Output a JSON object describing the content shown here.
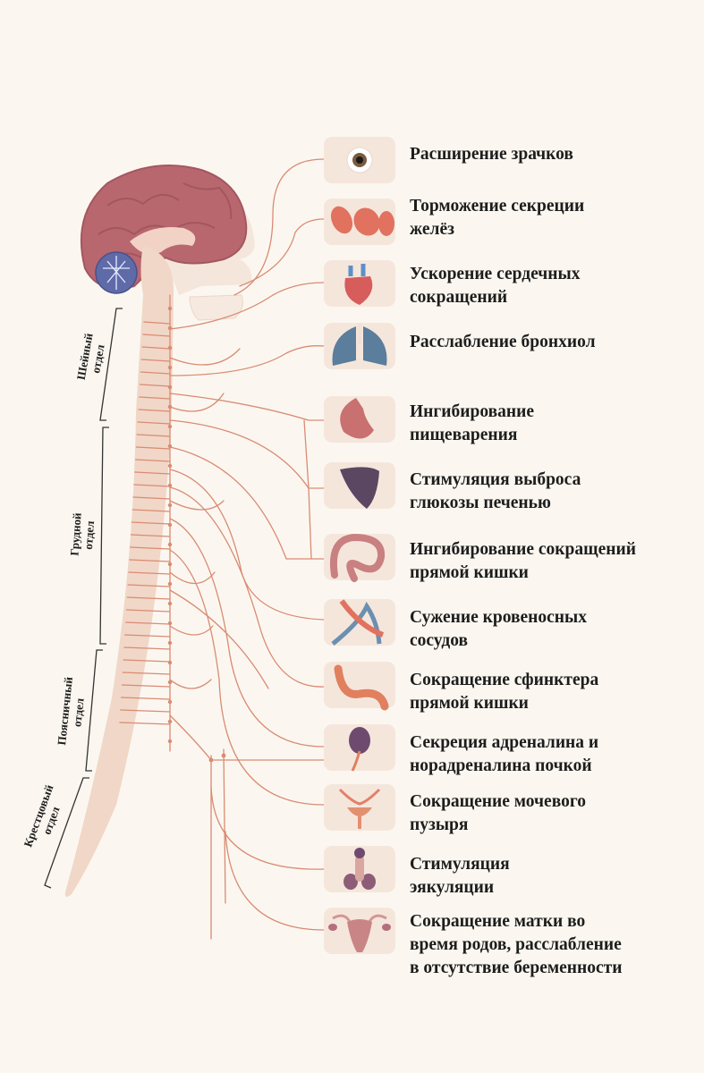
{
  "sections": [
    {
      "lines": [
        "Шейный",
        "отдел"
      ]
    },
    {
      "lines": [
        "Грудной",
        "отдел"
      ]
    },
    {
      "lines": [
        "Поясничный",
        "отдел"
      ]
    },
    {
      "lines": [
        "Крестцовый",
        "отдел"
      ]
    }
  ],
  "effects": [
    {
      "lines": [
        "Расширение зрачков"
      ],
      "icon": "eye-icon"
    },
    {
      "lines": [
        "Торможение секреции",
        "желёз"
      ],
      "icon": "salivary-glands-icon"
    },
    {
      "lines": [
        "Ускорение сердечных",
        "сокращений"
      ],
      "icon": "heart-icon"
    },
    {
      "lines": [
        "Расслабление бронхиол"
      ],
      "icon": "lungs-icon"
    },
    {
      "lines": [
        "Ингибирование",
        "пищеварения"
      ],
      "icon": "stomach-icon"
    },
    {
      "lines": [
        "Стимуляция выброса",
        "глюкозы печенью"
      ],
      "icon": "liver-icon"
    },
    {
      "lines": [
        "Ингибирование сокращений",
        "прямой кишки"
      ],
      "icon": "intestine-icon"
    },
    {
      "lines": [
        "Сужение кровеносных",
        "сосудов"
      ],
      "icon": "blood-vessels-icon"
    },
    {
      "lines": [
        "Сокращение сфинктера",
        "прямой кишки"
      ],
      "icon": "colon-icon"
    },
    {
      "lines": [
        "Секреция адреналина и",
        "норадреналина почкой"
      ],
      "icon": "kidney-icon"
    },
    {
      "lines": [
        "Сокращение мочевого",
        "пузыря"
      ],
      "icon": "bladder-icon"
    },
    {
      "lines": [
        "Стимуляция",
        "эякуляции"
      ],
      "icon": "male-reproductive-icon"
    },
    {
      "lines": [
        "Сокращение матки во",
        "время родов, расслабление",
        "в отсутствие  беременности"
      ],
      "icon": "uterus-icon"
    }
  ],
  "colors": {
    "nerve": "#d98b73",
    "brain": "#b8676f",
    "spine": "#f1d7c8",
    "tile": "#f5e6dc",
    "bracket": "#333333"
  }
}
